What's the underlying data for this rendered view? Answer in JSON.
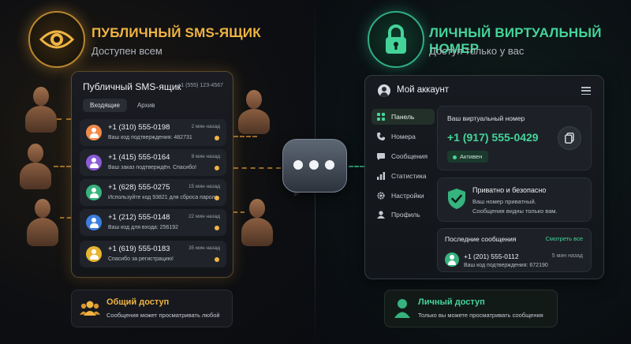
{
  "left": {
    "title": "ПУБЛИЧНЫЙ SMS-ЯЩИК",
    "subtitle": "Доступен всем",
    "accent": "#f0b443",
    "icon": "eye-icon",
    "card": {
      "title": "Публичный SMS-ящик",
      "phone": "+1 (555) 123-4567",
      "tabs": [
        {
          "label": "Входящие",
          "active": true
        },
        {
          "label": "Архив",
          "active": false
        }
      ],
      "messages": [
        {
          "number": "+1 (310) 555-0198",
          "text": "Ваш код подтверждения: 482731",
          "time": "2 мин назад",
          "color": "#f08a4b"
        },
        {
          "number": "+1 (415) 555-0164",
          "text": "Ваш заказ подтверждён. Спасибо!",
          "time": "8 мин назад",
          "color": "#8a5cd6"
        },
        {
          "number": "+1 (628) 555-0275",
          "text": "Используйте код 93821 для сброса пароля",
          "time": "15 мин назад",
          "color": "#36b37e"
        },
        {
          "number": "+1 (212) 555-0148",
          "text": "Ваш код для входа: 256192",
          "time": "22 мин назад",
          "color": "#3b7ee0"
        },
        {
          "number": "+1 (619) 555-0183",
          "text": "Спасибо за регистрацию!",
          "time": "35 мин назад",
          "color": "#e8b432"
        }
      ]
    },
    "access": {
      "title": "Общий доступ",
      "text": "Сообщения может просматривать любой",
      "icon": "group-icon"
    }
  },
  "right": {
    "title": "ЛИЧНЫЙ ВИРТУАЛЬНЫЙ НОМЕР",
    "subtitle": "Доступ только у вас",
    "accent": "#44d49a",
    "icon": "lock-icon",
    "account": {
      "title": "Мой аккаунт",
      "nav": [
        {
          "label": "Панель",
          "icon": "dashboard-icon",
          "active": true
        },
        {
          "label": "Номера",
          "icon": "phone-icon",
          "active": false
        },
        {
          "label": "Сообщения",
          "icon": "chat-icon",
          "active": false
        },
        {
          "label": "Статистика",
          "icon": "stats-icon",
          "active": false
        },
        {
          "label": "Настройки",
          "icon": "gear-icon",
          "active": false
        },
        {
          "label": "Профиль",
          "icon": "profile-icon",
          "active": false
        }
      ],
      "virtual_number": {
        "label": "Ваш виртуальный номер",
        "number": "+1 (917) 555-0429",
        "status": "Активен"
      },
      "security": {
        "title": "Приватно и безопасно",
        "line1": "Ваш номер приватный.",
        "line2": "Сообщения видны только вам."
      },
      "recent": {
        "title": "Последние сообщения",
        "link": "Смотреть все",
        "number": "+1 (201) 555-0112",
        "text": "Ваш код подтверждения: 672190",
        "time": "5 мин назад"
      }
    },
    "access": {
      "title": "Личный доступ",
      "text": "Только вы можете просматривать сообщения",
      "icon": "person-icon"
    }
  }
}
